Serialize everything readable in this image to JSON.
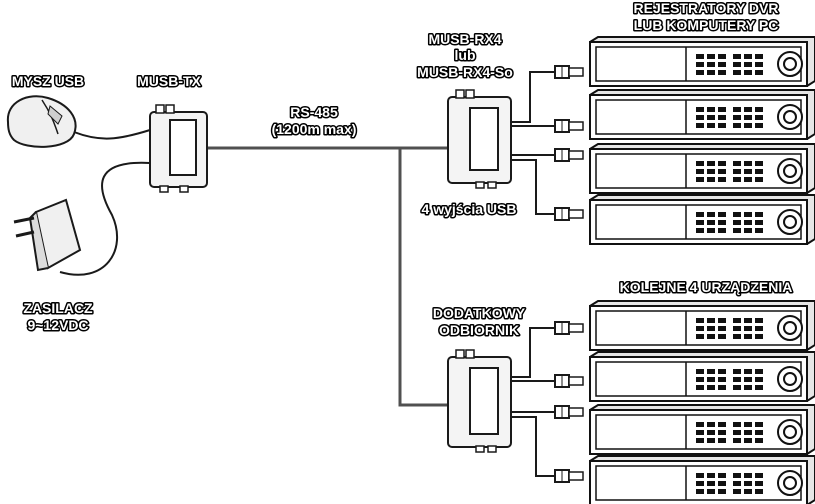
{
  "labels": {
    "mouse": "MYSZ USB",
    "transmitter": "MUSB-TX",
    "link_line1": "RS-485",
    "link_line2": "(1200m max)",
    "receiver_line1": "MUSB-RX4",
    "receiver_line2": "lub",
    "receiver_line3": "MUSB-RX4-So",
    "outputs": "4 wyjścia USB",
    "dvr_line1": "REJESTRATORY DVR",
    "dvr_line2": "LUB KOMPUTERY PC",
    "psu_line1": "ZASILACZ",
    "psu_line2": "9~12VDC",
    "extra_devices": "KOLEJNE 4 URZĄDZENIA",
    "extra_receiver_line1": "DODATKOWY",
    "extra_receiver_line2": "ODBIORNIK"
  },
  "icons": {
    "mouse": "mouse-icon",
    "power_adapter": "power-adapter-icon",
    "usb_plug": "usb-plug-icon",
    "dvr": "dvr-recorder-icon"
  },
  "colors": {
    "outline": "#000000",
    "wire": "#505050",
    "fill": "#ffffff",
    "device_fill": "#f4f4f4"
  }
}
